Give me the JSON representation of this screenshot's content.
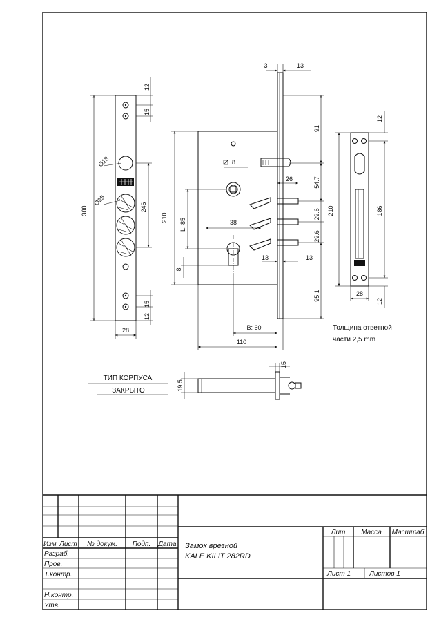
{
  "dimensions": {
    "faceplate": {
      "top_12": "12",
      "top_15": "15",
      "height_300": "300",
      "spacing_246": "246",
      "hole_18": "Ø18",
      "hole_25": "Ø25",
      "bottom_15": "15",
      "bottom_12": "12",
      "width_28": "28"
    },
    "body": {
      "d3": "3",
      "d13_top": "13",
      "d91": "91",
      "sq8": "8",
      "d26": "26",
      "d547": "54.7",
      "d296a": "29.6",
      "d296b": "29.6",
      "d210": "210",
      "l85": "L: 85",
      "d38": "38",
      "d8": "8",
      "d13_left": "13",
      "d13_right": "13",
      "d951": "95.1",
      "b60": "B: 60",
      "d110": "110"
    },
    "strike": {
      "d12_top": "12",
      "d210": "210",
      "d186": "186",
      "d28": "28",
      "d12_bottom": "12"
    },
    "side": {
      "d15": "15",
      "d195": "19.5"
    }
  },
  "notes": {
    "strike_thickness_line1": "Толщина ответной",
    "strike_thickness_line2": "части  2,5 mm",
    "case_type_label": "ТИП КОРПУСА",
    "case_type_value": "ЗАКРЫТО",
    "brand_mark": "KALE"
  },
  "title_block": {
    "col_izm": "Изм.",
    "col_list": "Лист",
    "col_doc": "№ докум.",
    "col_sign": "Подп.",
    "col_date": "Дата",
    "row_razrab": "Разраб.",
    "row_prov": "Пров.",
    "row_tkontr": "Т.контр.",
    "row_nkontr": "Н.контр.",
    "row_utv": "Утв.",
    "title_line1": "Замок врезной",
    "title_line2": "KALE KILIT 282RD",
    "lit": "Лит",
    "massa": "Масса",
    "masshtab": "Масштаб",
    "sheet": "Лист  1",
    "sheets": "Листов  1"
  }
}
